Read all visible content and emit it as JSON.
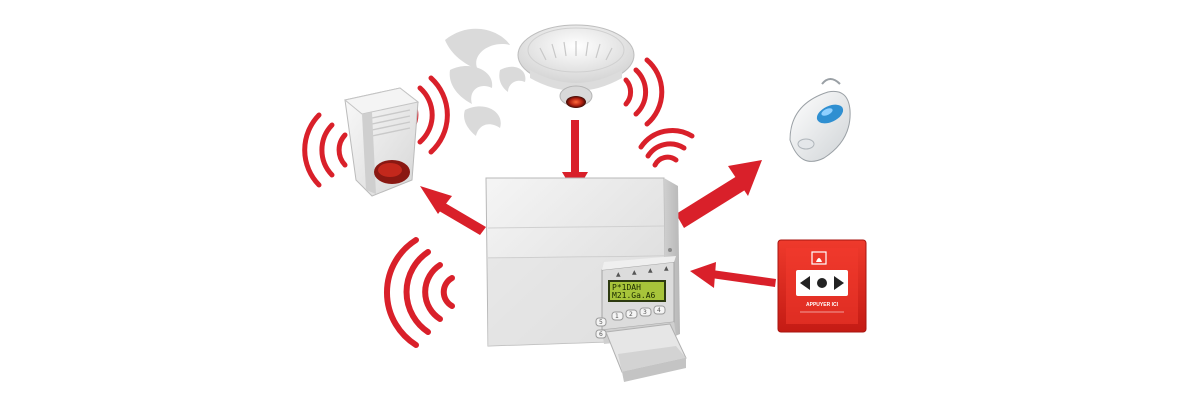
{
  "lcd": {
    "line1": "P*1DAH",
    "line2": "M21.Ga.A6"
  },
  "keypad": {
    "keys": [
      "1",
      "2",
      "3",
      "4",
      "5",
      "6"
    ],
    "top_symbols": [
      "▲",
      "▲",
      "▲",
      "▲"
    ]
  },
  "call_point": {
    "label": "APPUYER ICI"
  },
  "colors": {
    "accent": "#d9202a",
    "device_white": "#eeeeee",
    "lcd_green": "#a7c43a",
    "call_point_red": "#e0261e"
  },
  "icons": [
    "siren-icon",
    "smoke-detector-icon",
    "pendant-remote-icon",
    "manual-call-point-icon",
    "control-panel-icon",
    "keypad-icon"
  ]
}
